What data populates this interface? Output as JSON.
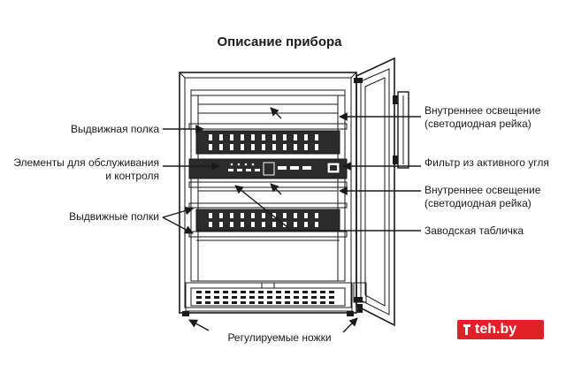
{
  "title": "Описание прибора",
  "labels": {
    "sliding_shelf": "Выдвижная полка",
    "controls_line1": "Элементы для обслуживания",
    "controls_line2": "и контроля",
    "sliding_shelves": "Выдвижные полки",
    "adjustable_feet": "Регулируемые ножки",
    "inner_light_1_line1": "Внутреннее освещение",
    "inner_light_1_line2": "(светодиодная рейка)",
    "carbon_filter": "Фильтр из активного угля",
    "inner_light_2_line1": "Внутреннее освещение",
    "inner_light_2_line2": "(светодиодная рейка)",
    "rating_plate": "Заводская табличка"
  },
  "watermark": "teh.by",
  "colors": {
    "ink": "#1a1a1a",
    "watermark_bg": "#e02228"
  }
}
